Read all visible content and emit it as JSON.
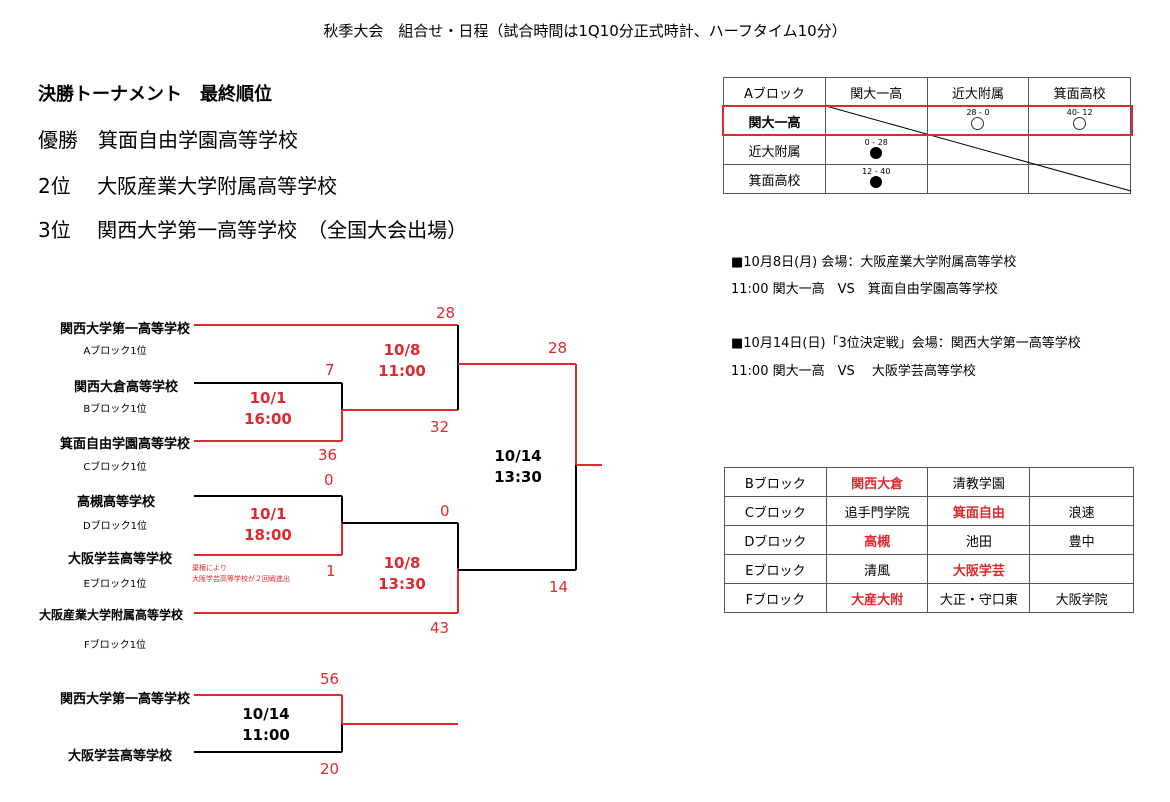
{
  "title": "秋季大会　組合せ・日程（試合時間は1Q10分正式時計、ハーフタイム10分）",
  "final_ranking": {
    "heading": "決勝トーナメント　最終順位",
    "first": "優勝　箕面自由学園高等学校",
    "second": "2位　 大阪産業大学附属高等学校",
    "third": "3位　  関西大学第一高等学校　（全国大会出場）"
  },
  "bracket": {
    "teams": [
      {
        "name": "関西大学第一高等学校",
        "sub": "Aブロック1位"
      },
      {
        "name": "関西大倉高等学校",
        "sub": "Bブロック1位"
      },
      {
        "name": "箕面自由学園高等学校",
        "sub": "Cブロック1位"
      },
      {
        "name": "高槻高等学校",
        "sub": "Dブロック1位"
      },
      {
        "name": "大阪学芸高等学校",
        "sub": "Eブロック1位"
      },
      {
        "name": "大阪産業大学附属高等学校",
        "sub": "Fブロック1位"
      }
    ],
    "r1_top": {
      "date": "10/1",
      "time": "16:00",
      "score_a": "7",
      "score_b": "36"
    },
    "r1_bottom": {
      "date": "10/1",
      "time": "18:00",
      "score_a": "0",
      "score_b": "1",
      "note_1": "棄権により",
      "note_2": "大阪学芸高等学校が２回戦進出"
    },
    "semi_top": {
      "date": "10/8",
      "time": "11:00",
      "score_a": "28",
      "score_b": "32"
    },
    "semi_bottom": {
      "date": "10/8",
      "time": "13:30",
      "score_a": "0",
      "score_b": "43"
    },
    "final": {
      "date": "10/14",
      "time": "13:30",
      "score_a": "28",
      "score_b": "14"
    }
  },
  "third_place": {
    "team_a": "関西大学第一高等学校",
    "team_b": "大阪学芸高等学校",
    "date": "10/14",
    "time": "11:00",
    "score_a": "56",
    "score_b": "20"
  },
  "block_a": {
    "header": [
      "Aブロック",
      "関大一高",
      "近大附属",
      "箕面高校"
    ],
    "rows": [
      {
        "name": "関大一高",
        "r2_score": "28 - 0",
        "r3_score": "40- 12"
      },
      {
        "name": "近大附属",
        "r1_score": "0 - 28"
      },
      {
        "name": "箕面高校",
        "r1_score": "12 - 40"
      }
    ]
  },
  "schedule": [
    {
      "line1": "■10月8日(月)  会場：大阪産業大学附属高等学校",
      "line2": "11:00 関大一高　VS　箕面自由学園高等学校"
    },
    {
      "line1": "■10月14日(日)「3位決定戦」会場：関西大学第一高等学校",
      "line2": "11:00 関大一高　VS　 大阪学芸高等学校"
    }
  ],
  "blocks": [
    {
      "label": "Bブロック",
      "c1": "関西大倉",
      "c2": "清教学園",
      "c3": ""
    },
    {
      "label": "Cブロック",
      "c1": "追手門学院",
      "c2": "箕面自由",
      "c3": "浪速"
    },
    {
      "label": "Dブロック",
      "c1": "高槻",
      "c2": "池田",
      "c3": "豊中"
    },
    {
      "label": "Eブロック",
      "c1": "清風",
      "c2": "大阪学芸",
      "c3": ""
    },
    {
      "label": "Fブロック",
      "c1": "大産大附",
      "c2": "大正・守口東",
      "c3": "大阪学院"
    }
  ],
  "colors": {
    "accent": "#e0292e",
    "text": "#000000"
  }
}
